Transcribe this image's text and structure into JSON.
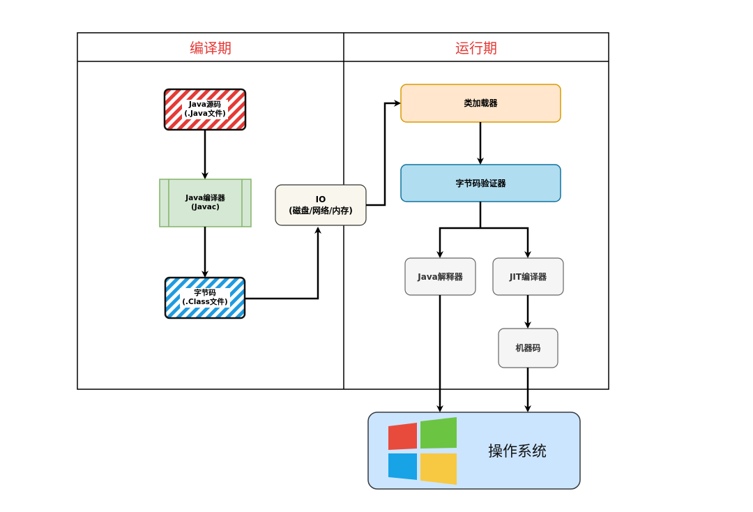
{
  "columns": {
    "compile_header": "编译期",
    "runtime_header": "运行期"
  },
  "nodes": {
    "java_source": "Java源码\n(.Java文件)",
    "java_compiler": "Java编译器\n(Javac)",
    "bytecode": "字节码\n(.Class文件)",
    "io": "IO\n(磁盘/网络/内存)",
    "class_loader": "类加载器",
    "bytecode_verifier": "字节码验证器",
    "java_interpreter": "Java解释器",
    "jit_compiler": "JIT编译器",
    "machine_code": "机器码",
    "os": "操作系统"
  },
  "colors": {
    "header_text": "#e53935",
    "java_source_hatch": "#e53935",
    "bytecode_hatch": "#1e9be0",
    "compiler_fill": "#d5e8d4",
    "compiler_stroke": "#82b366",
    "io_fill": "#f9f7ed",
    "class_loader_fill": "#ffe6cc",
    "class_loader_stroke": "#d79b00",
    "verifier_fill": "#b1ddf0",
    "verifier_stroke": "#10739e",
    "gray_fill": "#f5f5f5",
    "os_fill": "#cce5ff",
    "win_red": "#e84b3c",
    "win_green": "#6cc443",
    "win_blue": "#17a3e6",
    "win_yellow": "#f7c842"
  },
  "icons": {
    "os_logo": "windows-logo-icon"
  }
}
